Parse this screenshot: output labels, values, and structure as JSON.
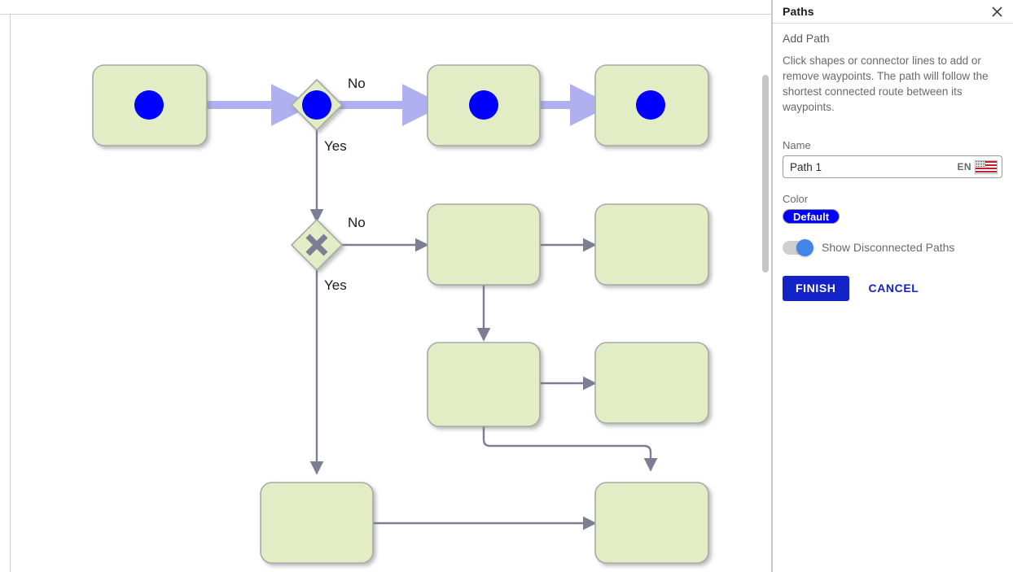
{
  "panel": {
    "title": "Paths",
    "close_icon": "close-icon",
    "section_title": "Add Path",
    "help_text": "Click shapes or connector lines to add or remove waypoints. The path will follow the shortest connected route between its waypoints.",
    "name_label": "Name",
    "name_value": "Path 1",
    "name_placeholder": "Path 1",
    "language_code": "EN",
    "flag_icon": "us-flag-icon",
    "color_label": "Color",
    "color_value": "Default",
    "color_hex": "#0000ff",
    "toggle_label": "Show Disconnected Paths",
    "toggle_state": "on",
    "finish_label": "FINISH",
    "cancel_label": "CANCEL",
    "accent_hex": "#1423c8"
  },
  "canvas": {
    "shape_fill": "#e3edc5",
    "shape_stroke": "#a9a9a9",
    "connector_color": "#7d7d93",
    "highlight_color": "#b0b0f0",
    "waypoint_color": "#0000ff",
    "scrollbar": "vertical-scrollbar"
  },
  "diagram": {
    "nodes": [
      {
        "id": "n1",
        "type": "rounded-rect",
        "label": "",
        "waypoint": true
      },
      {
        "id": "d1",
        "type": "diamond",
        "label": "",
        "waypoint": true,
        "glyph": ""
      },
      {
        "id": "n2",
        "type": "rounded-rect",
        "label": "",
        "waypoint": true
      },
      {
        "id": "n3",
        "type": "rounded-rect",
        "label": "",
        "waypoint": true
      },
      {
        "id": "d2",
        "type": "diamond",
        "label": "",
        "waypoint": false,
        "glyph": "x-cross-icon"
      },
      {
        "id": "n4",
        "type": "rounded-rect",
        "label": "",
        "waypoint": false
      },
      {
        "id": "n5",
        "type": "rounded-rect",
        "label": "",
        "waypoint": false
      },
      {
        "id": "n6",
        "type": "rounded-rect",
        "label": "",
        "waypoint": false
      },
      {
        "id": "n7",
        "type": "rounded-rect",
        "label": "",
        "waypoint": false
      },
      {
        "id": "n8",
        "type": "rounded-rect",
        "label": "",
        "waypoint": false
      },
      {
        "id": "n9",
        "type": "rounded-rect",
        "label": "",
        "waypoint": false
      }
    ],
    "edge_labels": [
      {
        "id": "e1",
        "text": "No"
      },
      {
        "id": "e2",
        "text": "Yes"
      },
      {
        "id": "e3",
        "text": "No"
      },
      {
        "id": "e4",
        "text": "Yes"
      }
    ]
  }
}
